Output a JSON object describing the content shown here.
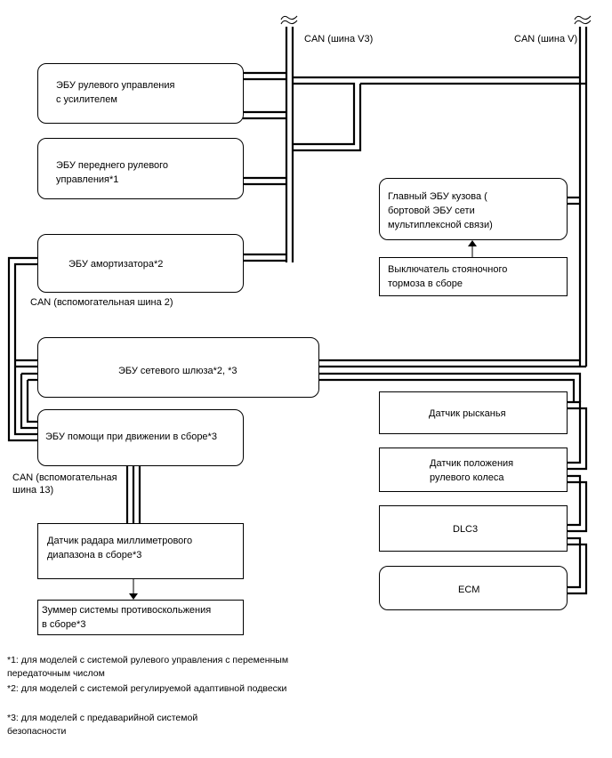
{
  "buses": {
    "v3": "CAN (шина V3)",
    "v": "CAN (шина V)",
    "aux2": "CAN (вспомогательная шина 2)",
    "aux13": "CAN (вспомогательная\nшина 13)"
  },
  "boxes": {
    "eps": "ЭБУ рулевого управления\nс усилителем",
    "front_steer": "ЭБУ переднего рулевого\nуправления*1",
    "absorber": "ЭБУ амортизатора*2",
    "gateway": "ЭБУ сетевого шлюза*2, *3",
    "drive_assist": "ЭБУ помощи при движении в сборе*3",
    "radar": "Датчик радара миллиметрового\nдиапазона в сборе*3",
    "buzzer": "Зуммер системы противоскольжения\nв сборе*3",
    "body_main": "Главный ЭБУ кузова (\nбортовой ЭБУ сети\nмультиплексной связи)",
    "parking_switch": "Выключатель стояночного\nтормоза в сборе",
    "yaw": "Датчик рысканья",
    "steer_angle": "Датчик положения\nрулевого колеса",
    "dlc3": "DLC3",
    "ecm": "ECM"
  },
  "notes": {
    "n1": "*1: для моделей с системой рулевого управления с переменным\nпередаточным числом",
    "n2": "*2: для моделей с системой регулируемой адаптивной подвески",
    "n3": "*3: для моделей с предаварийной системой\nбезопасности"
  }
}
